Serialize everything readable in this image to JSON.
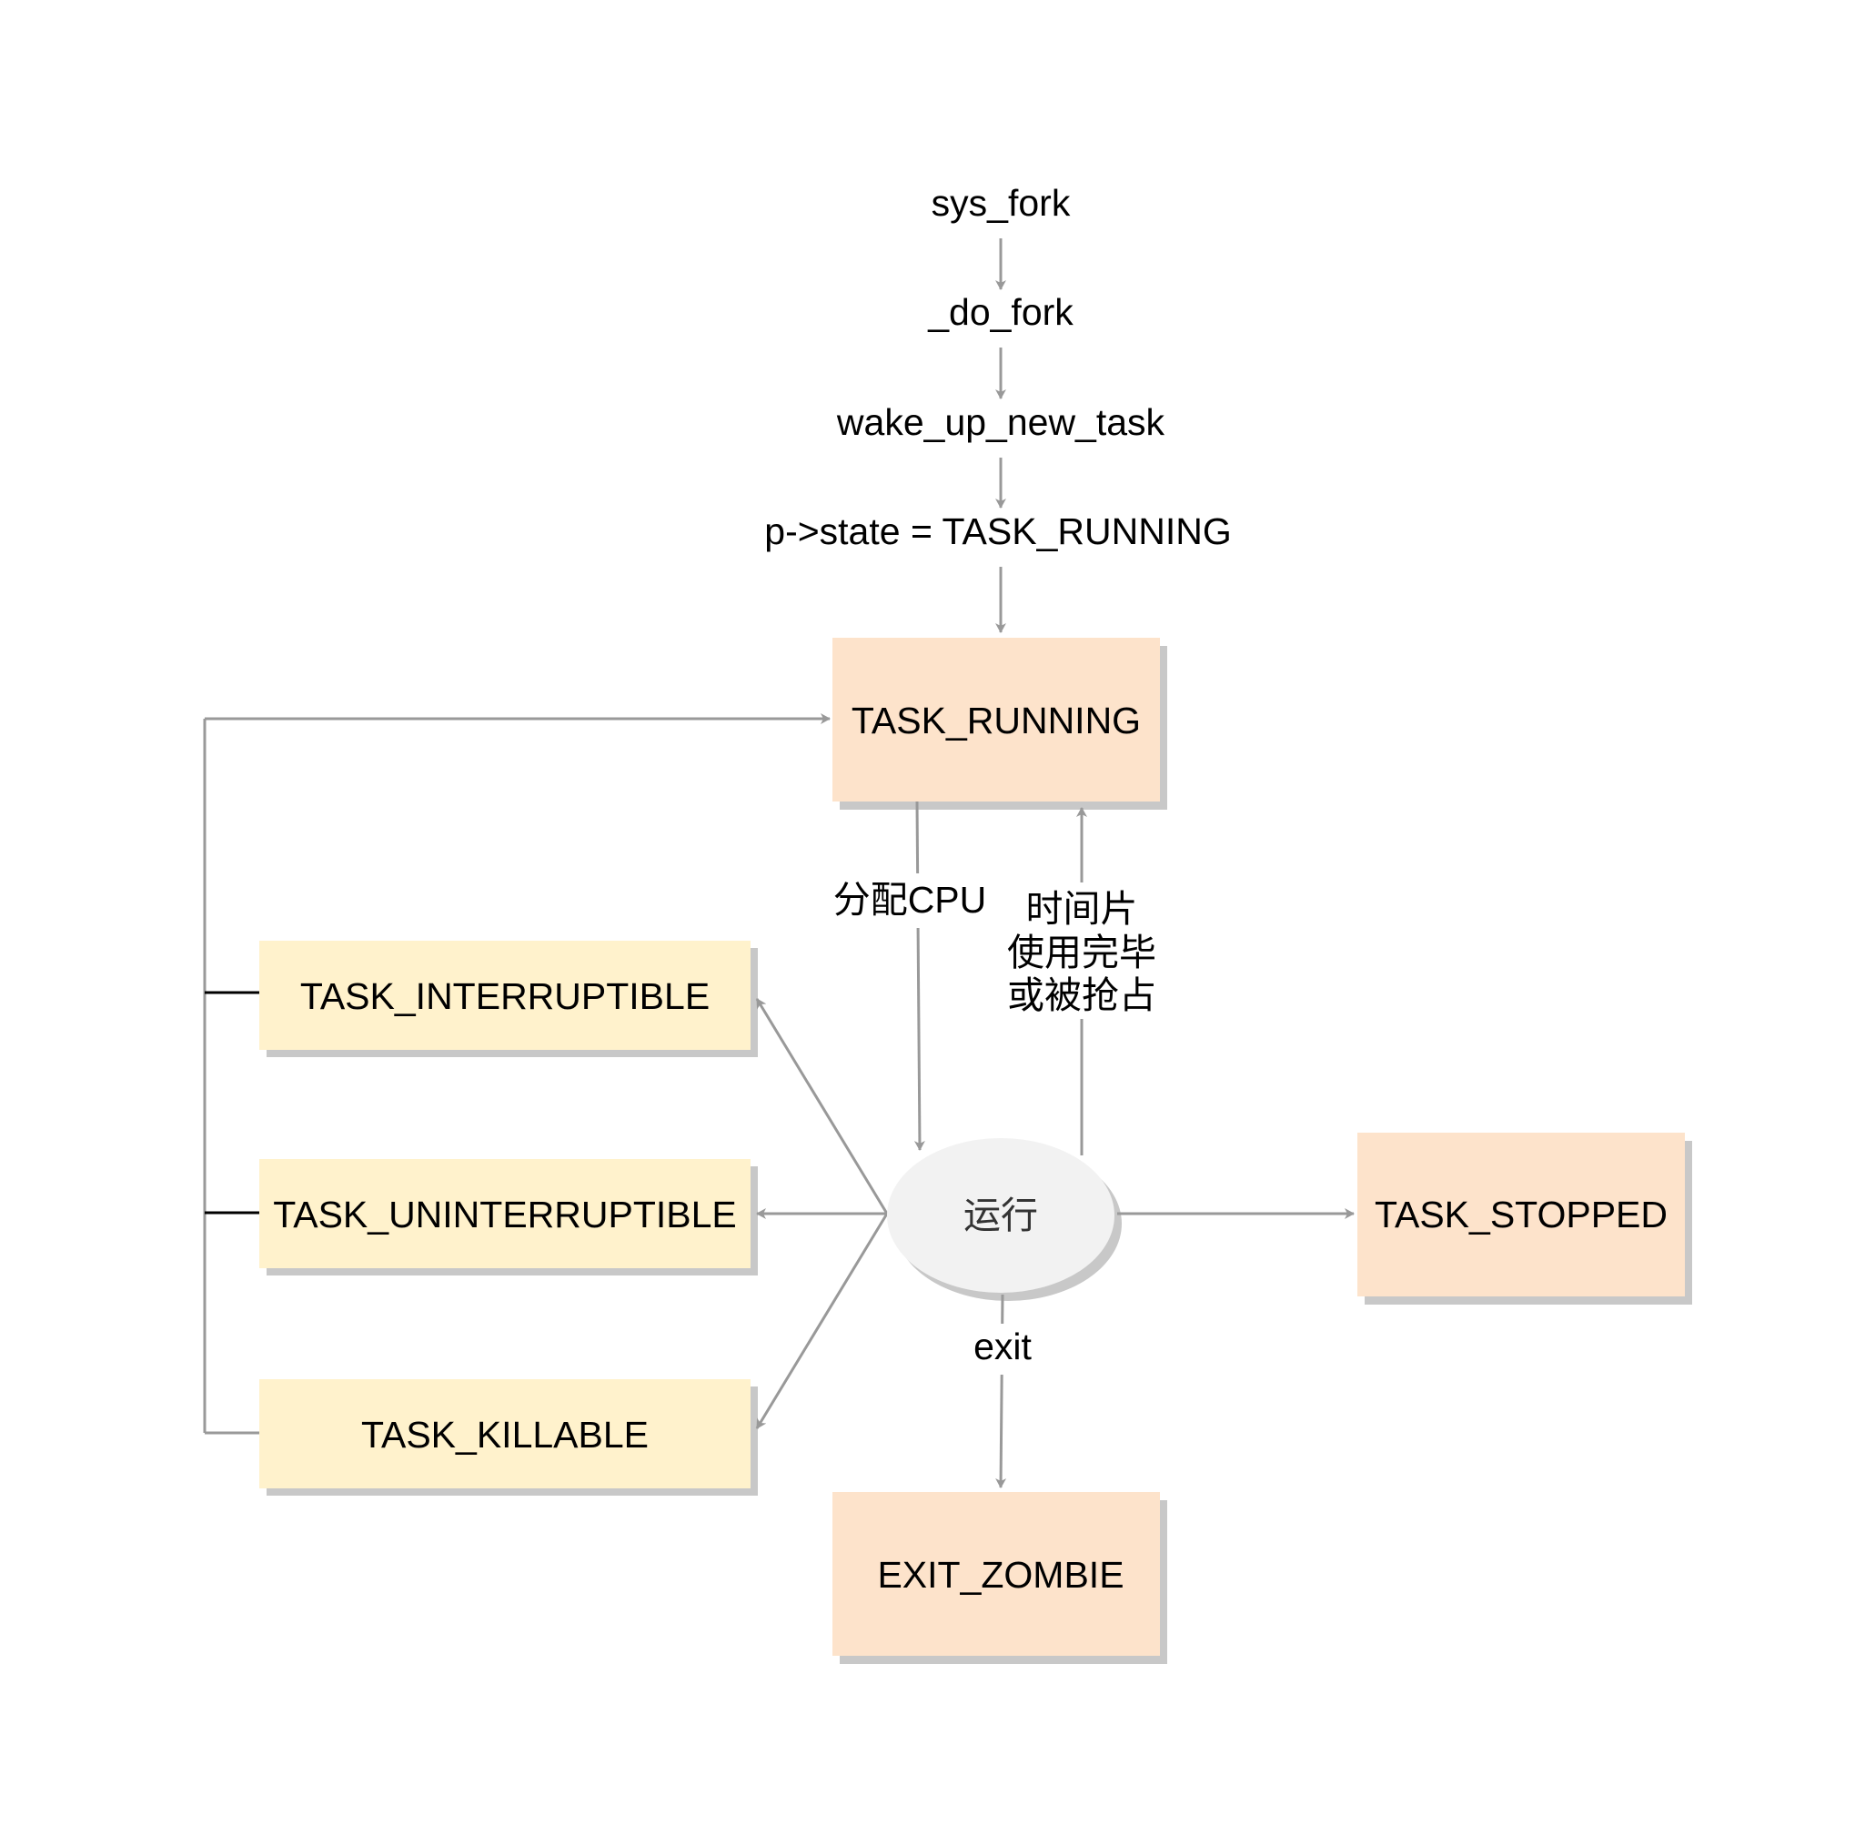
{
  "colors": {
    "running_fill": "#fde3cb",
    "sleep_fill": "#fff2cc",
    "node_shadow": "#c8c8c8",
    "ellipse_fill": "#f2f2f2",
    "arrow": "#999999",
    "connector": "#000000",
    "text": "#000000"
  },
  "chain": {
    "sys_fork": "sys_fork",
    "do_fork": "_do_fork",
    "wake_up_new_task": "wake_up_new_task",
    "set_state": "p->state = TASK_RUNNING"
  },
  "nodes": {
    "task_running": "TASK_RUNNING",
    "task_interruptible": "TASK_INTERRUPTIBLE",
    "task_uninterruptible": "TASK_UNINTERRUPTIBLE",
    "task_killable": "TASK_KILLABLE",
    "task_stopped": "TASK_STOPPED",
    "exit_zombie": "EXIT_ZOMBIE",
    "running_state": "运行"
  },
  "edges": {
    "assign_cpu": "分配CPU",
    "timeslice_line1": "时间片",
    "timeslice_line2": "使用完毕",
    "timeslice_line3": "或被抢占",
    "exit": "exit"
  }
}
